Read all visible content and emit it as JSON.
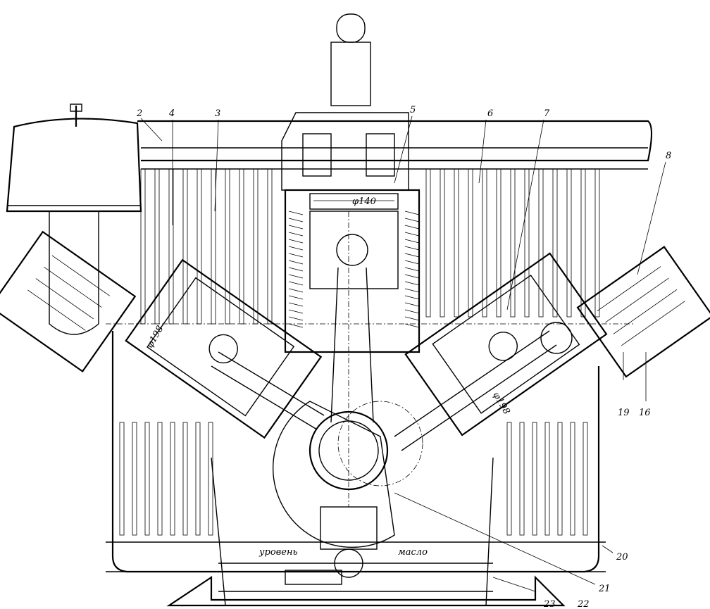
{
  "title": "Compressor cross-section drawing",
  "part_labels": [
    "2",
    "4",
    "3",
    "5",
    "6",
    "7",
    "8",
    "16",
    "19",
    "20",
    "21",
    "22",
    "23"
  ],
  "dimensions": {
    "top_cylinder_bore": "φ140",
    "left_cylinder_bore": "φ198",
    "right_cylinder_bore": "φ198"
  },
  "annotations": {
    "level": "уровень",
    "oil": "масло"
  },
  "colors": {
    "ink": "#000000",
    "paper": "#ffffff"
  }
}
